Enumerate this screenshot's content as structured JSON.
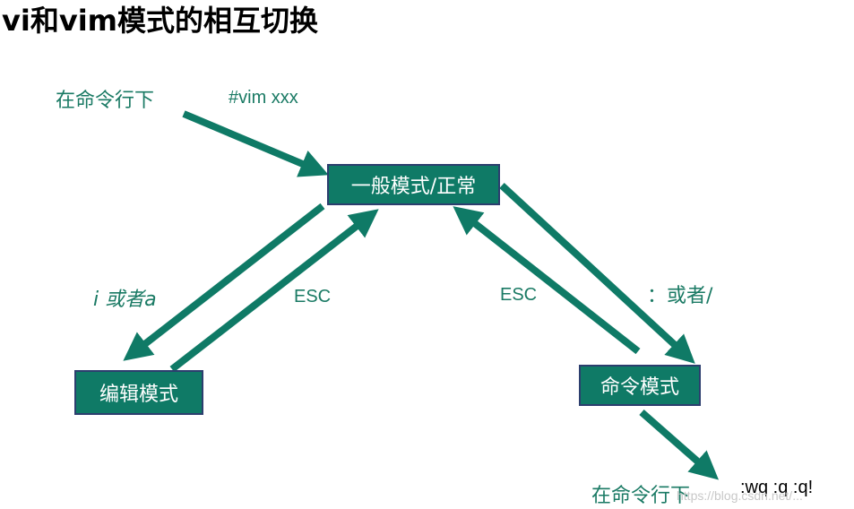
{
  "title": "vi和vim模式的相互切换",
  "start": {
    "label": "在命令行下",
    "command": "#vim  xxx"
  },
  "nodes": {
    "normal": "一般模式/正常",
    "edit": "编辑模式",
    "command": "命令模式"
  },
  "edges": {
    "normal_to_edit": "i 或者a",
    "edit_to_normal": "ESC",
    "command_to_normal": "ESC",
    "normal_to_command": "：或者/"
  },
  "exit": {
    "label": "在命令行下",
    "commands": ":wq  :q   :q!"
  },
  "watermark": "https://blog.csdn.net/...",
  "colors": {
    "arrow": "#0f7a66",
    "box_fill": "#0f7a66",
    "box_border": "#2c3e6e",
    "label": "#1a7a64"
  }
}
